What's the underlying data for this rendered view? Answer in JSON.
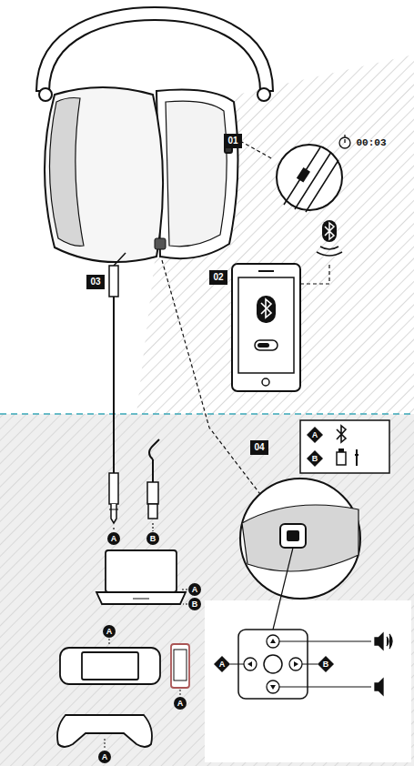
{
  "diagram": {
    "labels": [
      "01",
      "00:03",
      "02",
      "03",
      "04",
      "A",
      "B",
      "A",
      "B",
      "A",
      "B",
      "A",
      "A",
      "B",
      "A",
      "A"
    ]
  }
}
